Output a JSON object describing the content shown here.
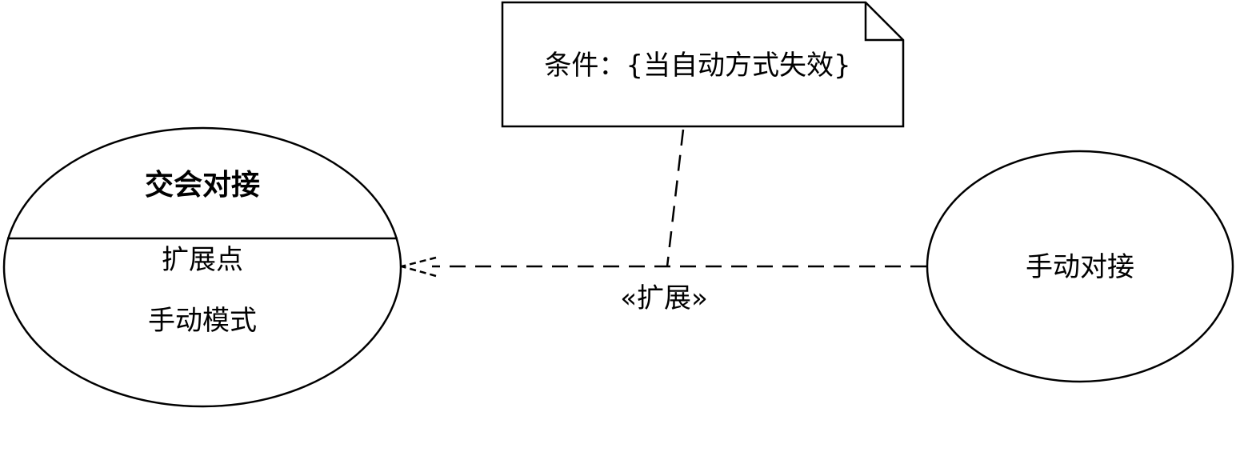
{
  "note": {
    "text": "条件：{当自动方式失效}"
  },
  "use_case_extended": {
    "name": "交会对接",
    "extension_points_header": "扩展点",
    "extension_point": "手动模式"
  },
  "use_case_extending": {
    "name": "手动对接"
  },
  "extend_relation": {
    "stereotype": "«扩展»"
  },
  "colors": {
    "stroke": "#000000",
    "background": "#ffffff"
  }
}
